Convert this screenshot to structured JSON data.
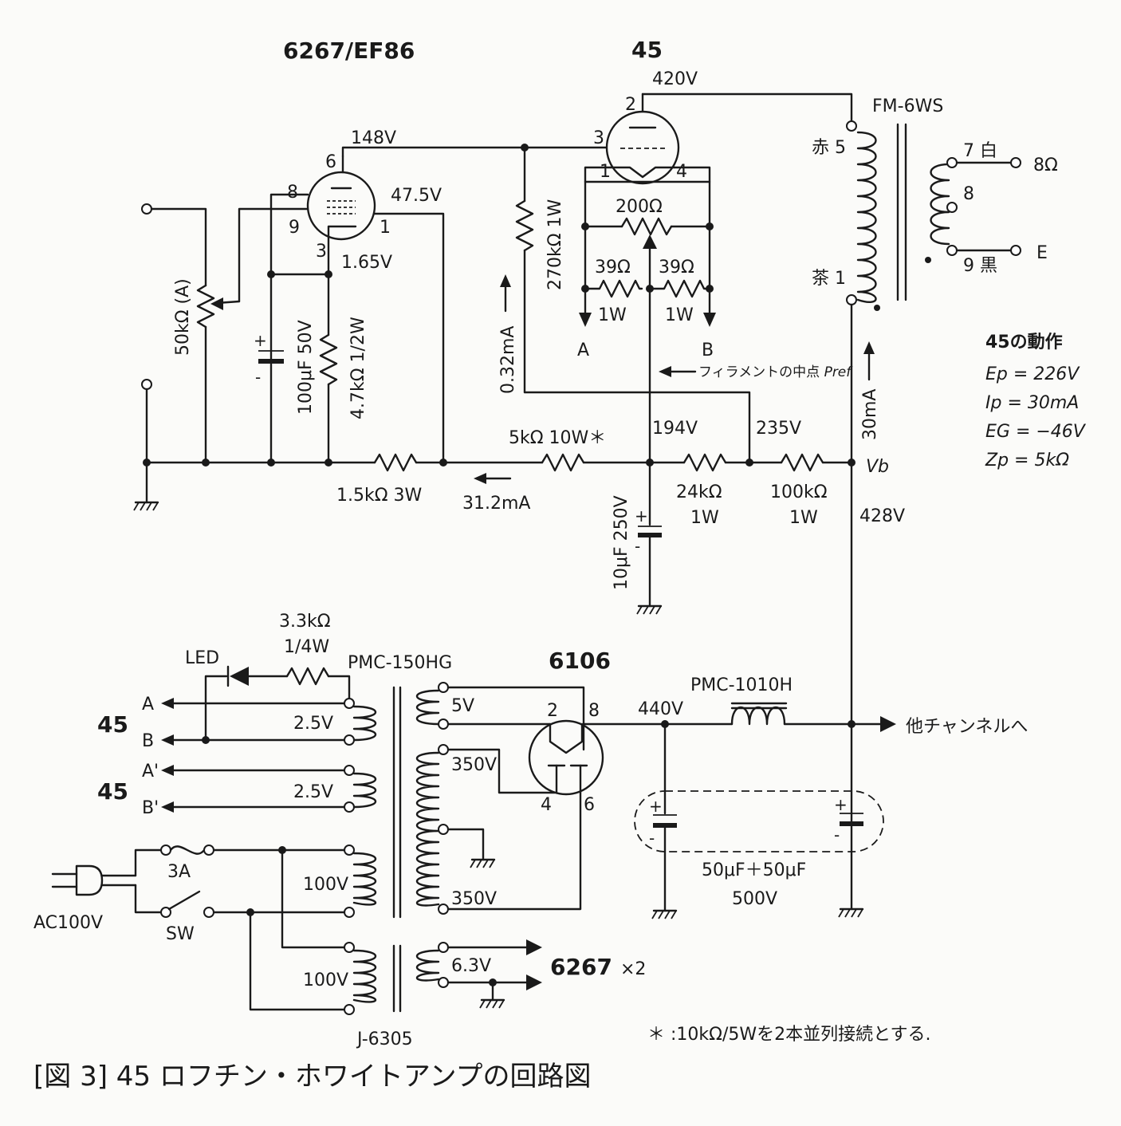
{
  "caption": "[図 3] 45 ロフチン・ホワイトアンプの回路図",
  "footnote": "＊ :10kΩ/5Wを2本並列接続とする.",
  "tubes": {
    "ef86": "6267/EF86",
    "t45": "45",
    "rect": "6106",
    "heater": "6267",
    "heater_mult": "×2"
  },
  "pins": {
    "ef86_6": "6",
    "ef86_8": "8",
    "ef86_9": "9",
    "ef86_3": "3",
    "ef86_1": "1",
    "t45_2": "2",
    "t45_3": "3",
    "t45_1": "1",
    "t45_4": "4",
    "r_2": "2",
    "r_8": "8",
    "r_4": "4",
    "r_6": "6"
  },
  "voltages": {
    "v420": "420V",
    "v148": "148V",
    "v47_5": "47.5V",
    "v1_65": "1.65V",
    "v194": "194V",
    "v235": "235V",
    "v428": "428V",
    "v440": "440V",
    "vb": "Vb"
  },
  "currents": {
    "i031": "0.32mA",
    "i312": "31.2mA",
    "i30": "30mA"
  },
  "components": {
    "pot50k": "50kΩ (A)",
    "c100u": "100μF 50V",
    "r4k7": "4.7kΩ 1/2W",
    "r270k": "270kΩ 1W",
    "r200": "200Ω",
    "r39a": "39Ω",
    "r39a_w": "1W",
    "r39b": "39Ω",
    "r39b_w": "1W",
    "r1k5": "1.5kΩ 3W",
    "r5k": "5kΩ 10W＊",
    "r24k": "24kΩ",
    "r24k_w": "1W",
    "r100k": "100kΩ",
    "r100k_w": "1W",
    "c10u": "10μF 250V",
    "r3k3": "3.3kΩ",
    "r3k3_w": "1/4W",
    "led": "LED",
    "c50": "50μF＋50μF",
    "c50_v": "500V"
  },
  "transformers": {
    "opt": "FM-6WS",
    "power": "PMC-150HG",
    "choke": "PMC-1010H",
    "heater": "J-6305",
    "red5": "赤 5",
    "brown1": "茶 1",
    "w7": "7 白",
    "p8": "8",
    "k9": "9 黒",
    "out8": "8Ω",
    "oute": "E",
    "s5v": "5V",
    "s25a": "2.5V",
    "s25b": "2.5V",
    "s350a": "350V",
    "s350b": "350V",
    "p100a": "100V",
    "p100b": "100V",
    "s63": "6.3V"
  },
  "misc": {
    "a": "A",
    "b": "B",
    "a2": "A",
    "b2": "B",
    "ap": "A'",
    "bp": "B'",
    "h45a": "45",
    "h45b": "45",
    "fuse": "3A",
    "sw": "SW",
    "ac": "AC100V",
    "pref": "フィラメントの中点",
    "pref_sym": "Pref",
    "other": "他チャンネルへ"
  },
  "ops": {
    "title": "45の動作",
    "ep": "Ep = 226V",
    "ip": "Ip = 30mA",
    "eg": "EG = −46V",
    "zp": "Zp = 5kΩ"
  }
}
